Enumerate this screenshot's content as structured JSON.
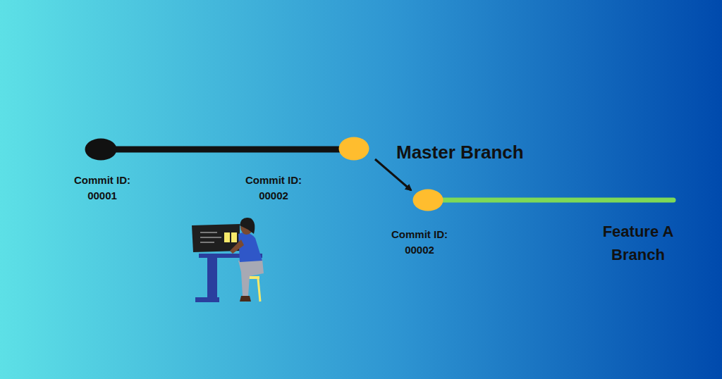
{
  "diagram": {
    "nodes": [
      {
        "text": [
          "Commit ID: 00001"
        ]
      },
      {
        "text": [
          "Commit ID: 00002"
        ]
      },
      {
        "text": [
          "Commit ID: 00002"
        ]
      }
    ],
    "edges": [
      {
        "from": 0,
        "to": 1,
        "arrow": "none"
      },
      {
        "from": 1,
        "to": 2,
        "arrow": "to"
      }
    ],
    "labels": [
      "Master Branch",
      "Feature A Branch"
    ]
  }
}
